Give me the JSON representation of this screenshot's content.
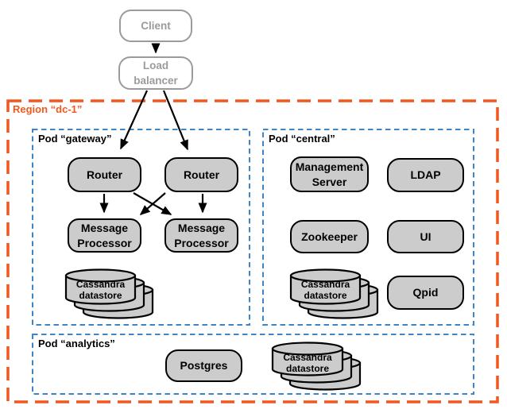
{
  "colors": {
    "region_border": "#F2571F",
    "pod_border": "#3D85C6",
    "node_fill": "#CCCCCC",
    "node_border": "#000000",
    "external_border": "#9B9B9B",
    "external_text": "#9B9B9B",
    "arrow": "#000000"
  },
  "external": {
    "client_label": "Client",
    "load_balancer_label": "Load balancer"
  },
  "region": {
    "label": "Region “dc-1”"
  },
  "pods": {
    "gateway": {
      "label": "Pod “gateway”",
      "router1_label": "Router",
      "router2_label": "Router",
      "mp1_line1": "Message",
      "mp1_line2": "Processor",
      "mp2_line1": "Message",
      "mp2_line2": "Processor",
      "datastore_line1": "Cassandra",
      "datastore_line2": "datastore"
    },
    "central": {
      "label": "Pod “central”",
      "management_line1": "Management",
      "management_line2": "Server",
      "ldap_label": "LDAP",
      "zookeeper_label": "Zookeeper",
      "ui_label": "UI",
      "datastore_line1": "Cassandra",
      "datastore_line2": "datastore",
      "qpid_label": "Qpid"
    },
    "analytics": {
      "label": "Pod “analytics”",
      "postgres_label": "Postgres",
      "datastore_line1": "Cassandra",
      "datastore_line2": "datastore"
    }
  }
}
